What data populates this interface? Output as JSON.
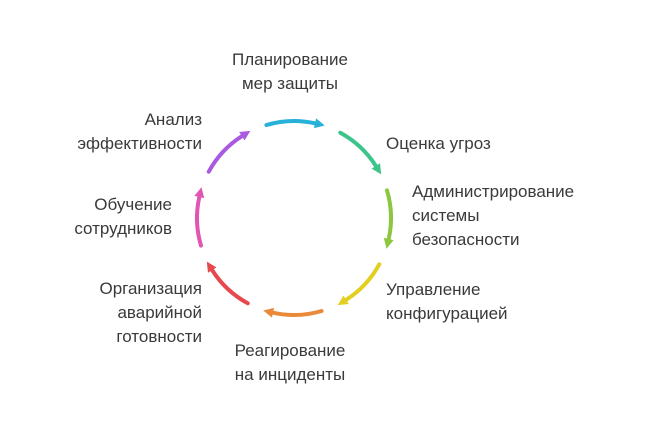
{
  "steps": [
    {
      "label": "Планирование\nмер защиты",
      "color": "#27b0d8"
    },
    {
      "label": "Оценка угроз",
      "color": "#3cc48a"
    },
    {
      "label": "Администрирование\nсистемы\nбезопасности",
      "color": "#8dc63f"
    },
    {
      "label": "Управление\nконфигурацией",
      "color": "#e2cf1f"
    },
    {
      "label": "Реагирование\nна инциденты",
      "color": "#e98a3a"
    },
    {
      "label": "Организация\nаварийной\nготовности",
      "color": "#e5484d"
    },
    {
      "label": "Обучение\nсотрудников",
      "color": "#e155b3"
    },
    {
      "label": "Анализ\nэффективности",
      "color": "#a95ae0"
    }
  ]
}
